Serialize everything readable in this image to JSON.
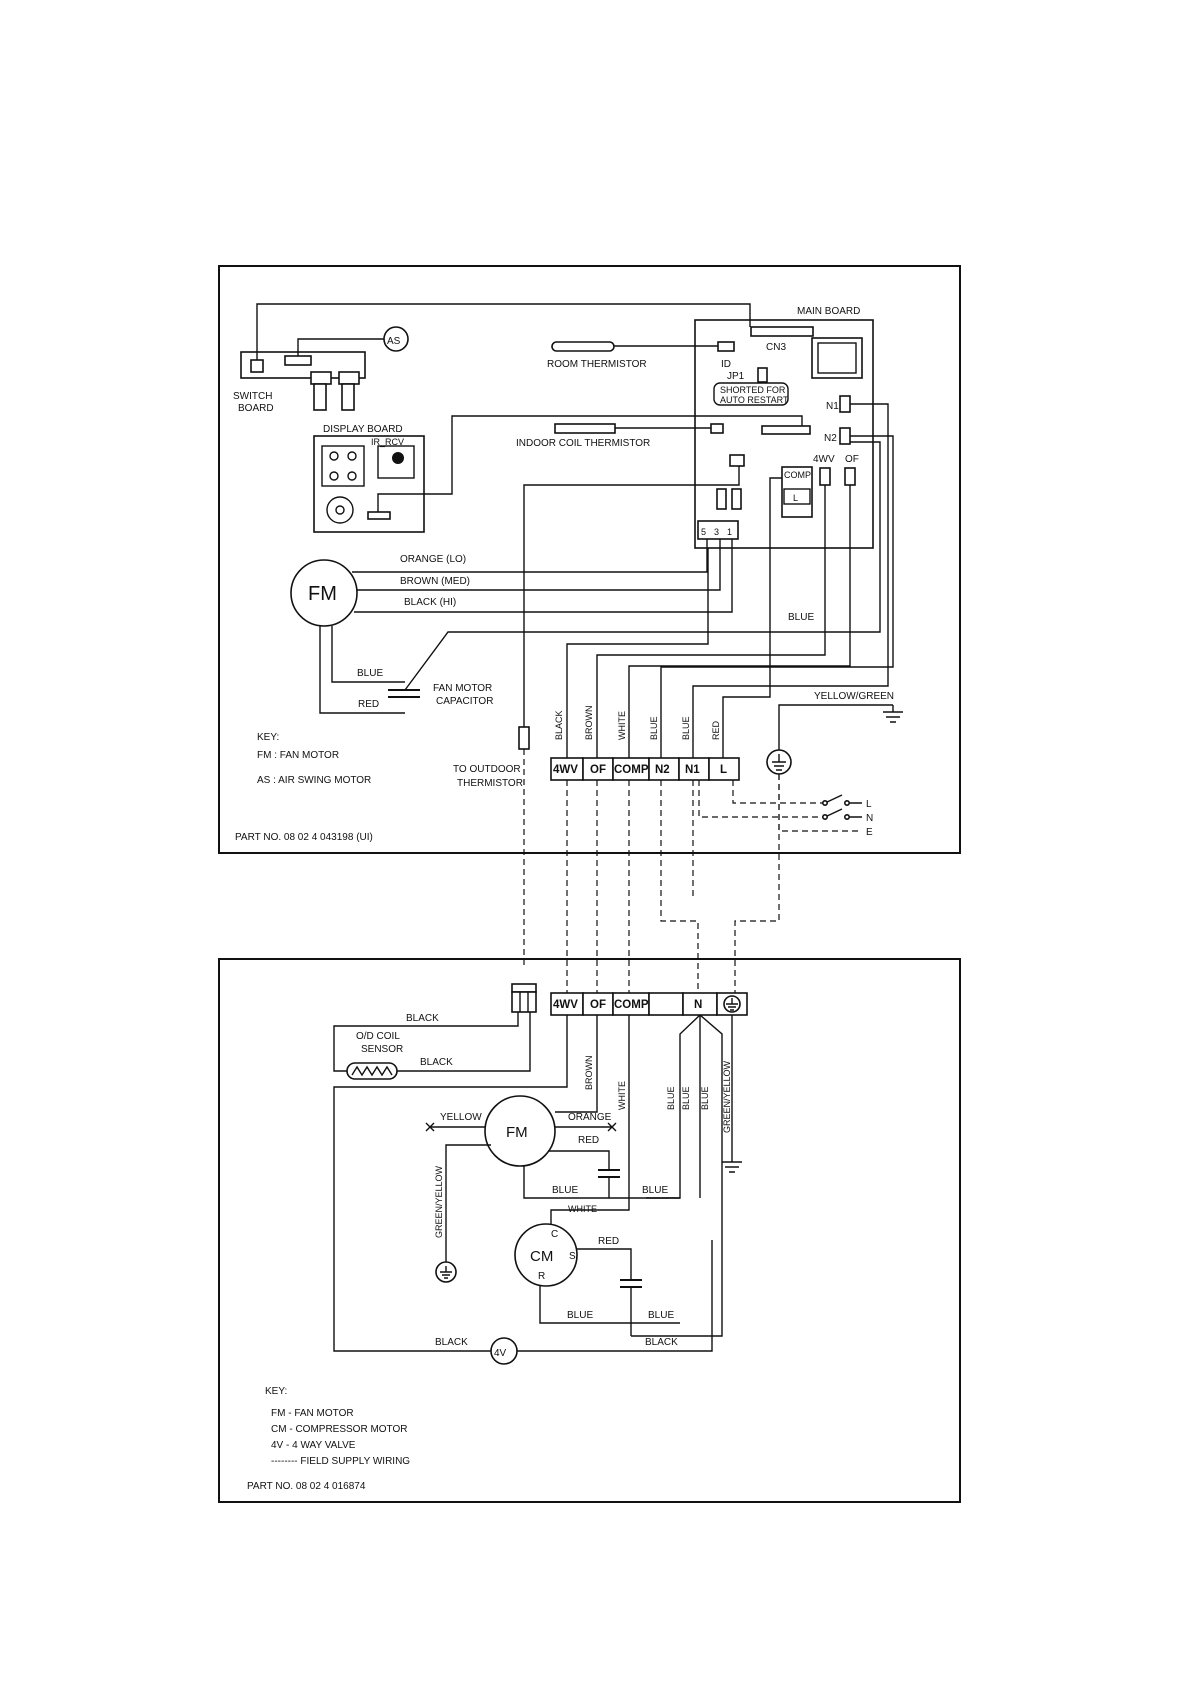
{
  "indoor": {
    "main_board": "MAIN BOARD",
    "cn3": "CN3",
    "id": "ID",
    "jp1": "JP1",
    "shorted_for": "SHORTED FOR",
    "auto_restart": "AUTO RESTART",
    "n1_conn": "N1",
    "n2_conn": "N2",
    "comp_conn": "COMP",
    "l_conn": "L",
    "fwv_conn": "4WV",
    "of_conn": "OF",
    "pin_5": "5",
    "pin_3": "3",
    "pin_1": "1",
    "room_thermistor": "ROOM THERMISTOR",
    "indoor_coil_thermistor": "INDOOR COIL THERMISTOR",
    "switch_board_1": "SWITCH",
    "switch_board_2": "BOARD",
    "as": "AS",
    "display_board": "DISPLAY BOARD",
    "ir_rcv": "IR_RCV",
    "fm": "FM",
    "orange_lo": "ORANGE (LO)",
    "brown_med": "BROWN (MED)",
    "black_hi": "BLACK (HI)",
    "blue_fm": "BLUE",
    "red_fm": "RED",
    "fan_motor_capacitor_1": "FAN MOTOR",
    "fan_motor_capacitor_2": "CAPACITOR",
    "blue_right": "BLUE",
    "yellow_green": "YELLOW/GREEN",
    "wire_black": "BLACK",
    "wire_brown": "BROWN",
    "wire_white": "WHITE",
    "wire_blue1": "BLUE",
    "wire_blue2": "BLUE",
    "wire_red": "RED",
    "terminals": [
      "4WV",
      "OF",
      "COMP",
      "N2",
      "N1",
      "L"
    ],
    "to_outdoor_1": "TO OUTDOOR",
    "to_outdoor_2": "THERMISTOR",
    "supply_l": "L",
    "supply_n": "N",
    "supply_e": "E",
    "key_title": "KEY:",
    "key_fm": "FM  :  FAN MOTOR",
    "key_as": "AS  :  AIR SWING MOTOR",
    "part_no": "PART NO. 08 02 4 043198  (UI)"
  },
  "outdoor": {
    "terminals": [
      "4WV",
      "OF",
      "COMP",
      "",
      "N"
    ],
    "black_top": "BLACK",
    "od_coil_1": "O/D COIL",
    "od_coil_2": "SENSOR",
    "black_sensor": "BLACK",
    "wire_brown": "BROWN",
    "wire_white": "WHITE",
    "wire_blue1": "BLUE",
    "wire_blue2": "BLUE",
    "wire_blue3": "BLUE",
    "wire_gy": "GREEN/YELLOW",
    "yellow": "YELLOW",
    "orange": "ORANGE",
    "fm": "FM",
    "red_fm": "RED",
    "green_yellow": "GREEN/YELLOW",
    "blue_a": "BLUE",
    "blue_b": "BLUE",
    "white": "WHITE",
    "cm": "CM",
    "c": "C",
    "s": "S",
    "r": "R",
    "red_cm": "RED",
    "blue_c": "BLUE",
    "blue_d": "BLUE",
    "black_4v_left": "BLACK",
    "four_v": "4V",
    "black_4v_right": "BLACK",
    "key_title": "KEY:",
    "key_fm": "FM  -  FAN MOTOR",
    "key_cm": "CM  -  COMPRESSOR MOTOR",
    "key_4v": "4V  -  4 WAY VALVE",
    "key_field": "--------  FIELD SUPPLY WIRING",
    "part_no": "PART NO. 08 02 4 016874"
  }
}
